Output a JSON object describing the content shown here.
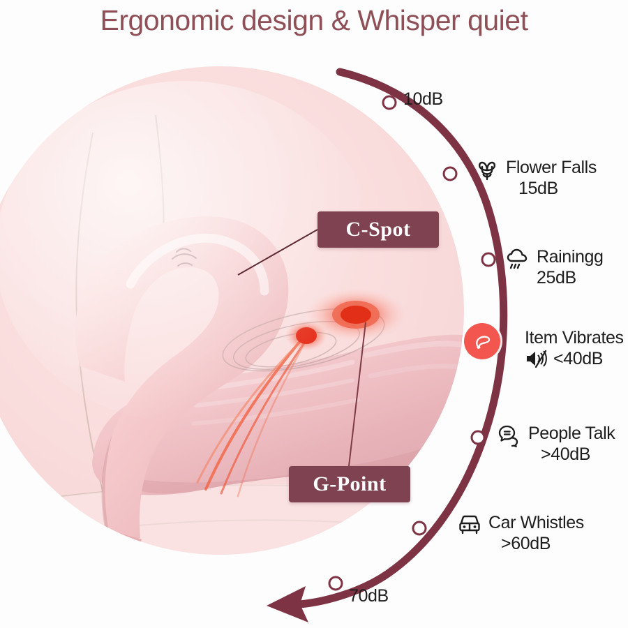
{
  "page": {
    "title": "Ergonomic design & Whisper quiet",
    "title_color": "#8e4f56",
    "background_color": "#fefdfd"
  },
  "illustration": {
    "circle_fill": "#f9dcdd",
    "product_color": "#f3c4c6",
    "hotspot_color": "#e8342a",
    "callouts": [
      {
        "name": "c-spot",
        "label": "C-Spot",
        "box_color": "#7e4250",
        "text_color": "#ffffff"
      },
      {
        "name": "g-point",
        "label": "G-Point",
        "box_color": "#7e4250",
        "text_color": "#ffffff"
      }
    ]
  },
  "noise_scale": {
    "arc_color": "#7d3344",
    "node_fill": "#ffffff",
    "direction": "descending-to-arrow",
    "start_tick": {
      "label": "10dB",
      "value": 10
    },
    "end_tick": {
      "label": "70dB",
      "value": 70
    },
    "items": [
      {
        "icon": "flower-icon",
        "name": "flower-falls",
        "line1": "Flower Falls",
        "line2": "15dB",
        "value": 15
      },
      {
        "icon": "rain-cloud-icon",
        "name": "raining",
        "line1": "Rainingg",
        "line2": "25dB",
        "value": 25
      },
      {
        "icon": "product-vibrate-icon",
        "name": "item-vibrates",
        "line1": "Item Vibrates",
        "line2": "<40dB",
        "value": 40,
        "highlight": true,
        "badge_color": "#f2564f",
        "mute_icon": "speaker-mute-icon"
      },
      {
        "icon": "speech-bubbles-icon",
        "name": "people-talk",
        "line1": "People Talk",
        "line2": ">40dB",
        "value": 40
      },
      {
        "icon": "car-front-icon",
        "name": "car-whistles",
        "line1": "Car Whistles",
        "line2": ">60dB",
        "value": 60
      }
    ]
  }
}
